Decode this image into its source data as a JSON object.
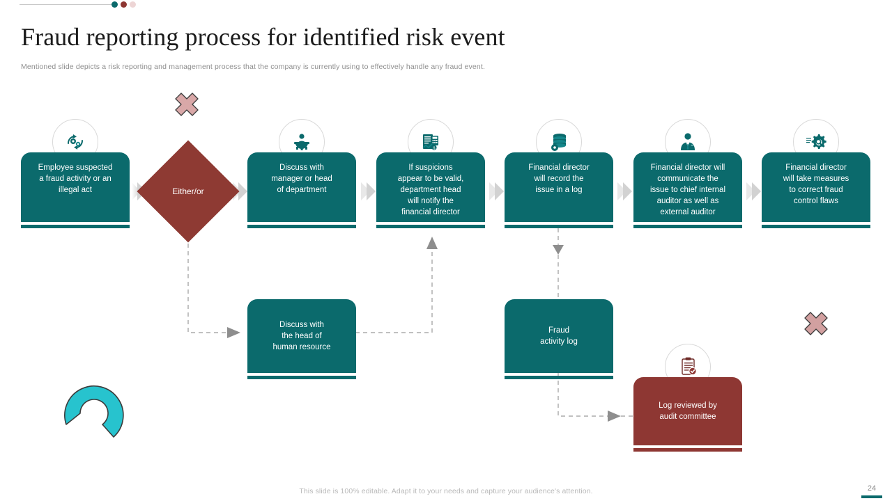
{
  "header": {
    "title": "Fraud reporting process for identified risk event",
    "subtitle": "Mentioned slide depicts a risk reporting and management  process that the company is currently using to effectively handle any fraud event.",
    "dots": [
      "#0b6a6c",
      "#8e3733",
      "#edd5d5"
    ]
  },
  "colors": {
    "teal": "#0b6a6c",
    "maroon": "#8e3733",
    "pink": "#d9a8a8",
    "cyan": "#27c3ce",
    "arrow_gray": "#d2d2d2",
    "dash_gray": "#9a9a9a"
  },
  "process": {
    "steps": [
      {
        "label": "Employee suspected\na fraud  activity or an\nillegal act",
        "icon": "gears-cycle-icon",
        "color": "teal"
      },
      {
        "label": "Discuss with\nmanager  or head\nof department",
        "icon": "person-gear-icon",
        "color": "teal"
      },
      {
        "label": "If suspicions\nappear  to be valid,\ndepartment  head\nwill notify the\nfinancial director",
        "icon": "report-calculator-icon",
        "color": "teal"
      },
      {
        "label": "Financial director\nwill record  the\nissue in a log",
        "icon": "database-gear-icon",
        "color": "teal"
      },
      {
        "label": "Financial director will\ncommunicate the\nissue to chief internal\nauditor as well as\nexternal auditor",
        "icon": "businessman-icon",
        "color": "teal"
      },
      {
        "label": "Financial director\nwill take measures\nto correct fraud\ncontrol flaws",
        "icon": "gear-search-icon",
        "color": "teal"
      }
    ],
    "decision": {
      "label": "Either/or",
      "color": "maroon"
    },
    "secondary": [
      {
        "label": "Discuss with\nthe head of\nhuman resource",
        "color": "teal"
      },
      {
        "label": "Fraud\nactivity log",
        "color": "teal"
      },
      {
        "label": "Log reviewed  by\naudit committee",
        "icon": "clipboard-check-icon",
        "color": "maroon"
      }
    ]
  },
  "footer": {
    "note": "This slide is 100% editable. Adapt it to your needs and capture your audience's attention.",
    "page": "24"
  }
}
